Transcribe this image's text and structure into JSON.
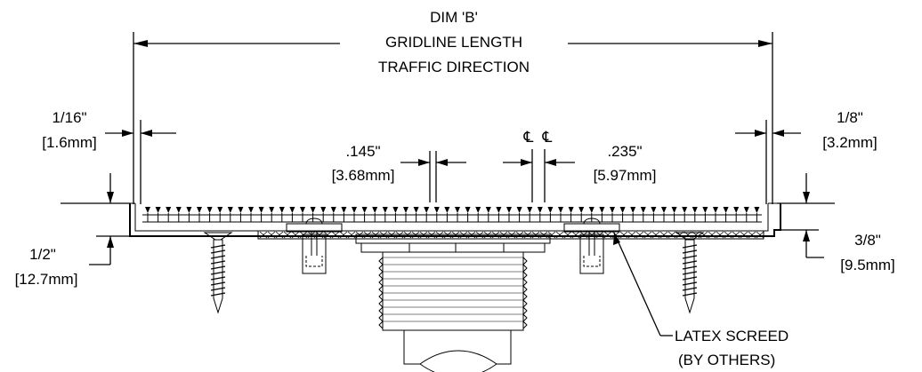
{
  "dimensions": {
    "dim_b": {
      "line1": "DIM 'B'",
      "line2": "GRIDLINE LENGTH",
      "line3": "TRAFFIC DIRECTION"
    },
    "left_gap": {
      "imperial": "1/16\"",
      "metric": "[1.6mm]"
    },
    "right_gap": {
      "imperial": "1/8\"",
      "metric": "[3.2mm]"
    },
    "bar_width": {
      "imperial": ".145\"",
      "metric": "[3.68mm]"
    },
    "bar_spacing": {
      "imperial": ".235\"",
      "metric": "[5.97mm]",
      "centerline_symbol": "℄"
    },
    "left_depth": {
      "imperial": "1/2\"",
      "metric": "[12.7mm]"
    },
    "right_depth": {
      "imperial": "3/8\"",
      "metric": "[9.5mm]"
    }
  },
  "callouts": {
    "latex_screed": {
      "line1": "LATEX SCREED",
      "line2": "(BY OTHERS)"
    }
  }
}
